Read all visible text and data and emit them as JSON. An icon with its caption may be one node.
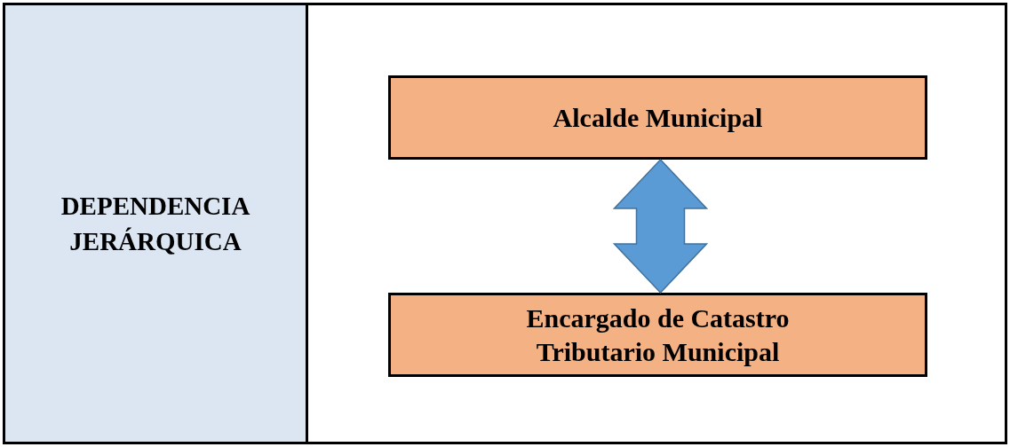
{
  "diagram": {
    "nodes": [
      {
        "text": [
          "DEPENDENCIA JERÁRQUICA"
        ]
      },
      {
        "text": [],
        "shape": "box"
      },
      {
        "text": [
          "Alcalde Municipal"
        ],
        "in": 1
      },
      {
        "text": [
          "Encargado de Catastro Tributario Municipal"
        ],
        "in": 1
      }
    ],
    "edges": [
      {
        "from": 2,
        "to": 3,
        "arrow": "both",
        "style": "thick",
        "color": "#5b9bd5"
      }
    ]
  }
}
